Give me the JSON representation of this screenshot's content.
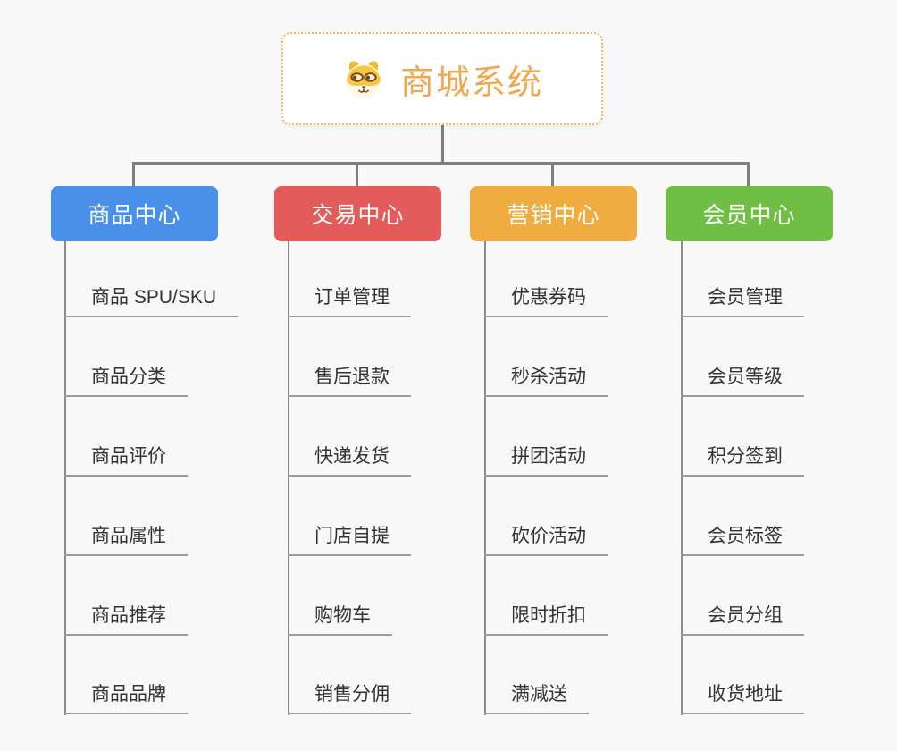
{
  "root": {
    "title": "商城系统",
    "icon": "dog-face-icon"
  },
  "branches": [
    {
      "label": "商品中心",
      "color": "#4A90E9",
      "children": [
        "商品 SPU/SKU",
        "商品分类",
        "商品评价",
        "商品属性",
        "商品推荐",
        "商品品牌"
      ]
    },
    {
      "label": "交易中心",
      "color": "#E45B5C",
      "children": [
        "订单管理",
        "售后退款",
        "快递发货",
        "门店自提",
        "购物车",
        "销售分佣"
      ]
    },
    {
      "label": "营销中心",
      "color": "#EFAD41",
      "children": [
        "优惠券码",
        "秒杀活动",
        "拼团活动",
        "砍价活动",
        "限时折扣",
        "满减送"
      ]
    },
    {
      "label": "会员中心",
      "color": "#70BE44",
      "children": [
        "会员管理",
        "会员等级",
        "积分签到",
        "会员标签",
        "会员分组",
        "收货地址"
      ]
    }
  ],
  "colors": {
    "connector": "#7F7F7F",
    "branch-line": "#8C8C8C",
    "leaf-line": "#9B9B9B",
    "leaf-text": "#333333",
    "root-border": "#F5BA58",
    "root-title": "#F0A84F"
  }
}
